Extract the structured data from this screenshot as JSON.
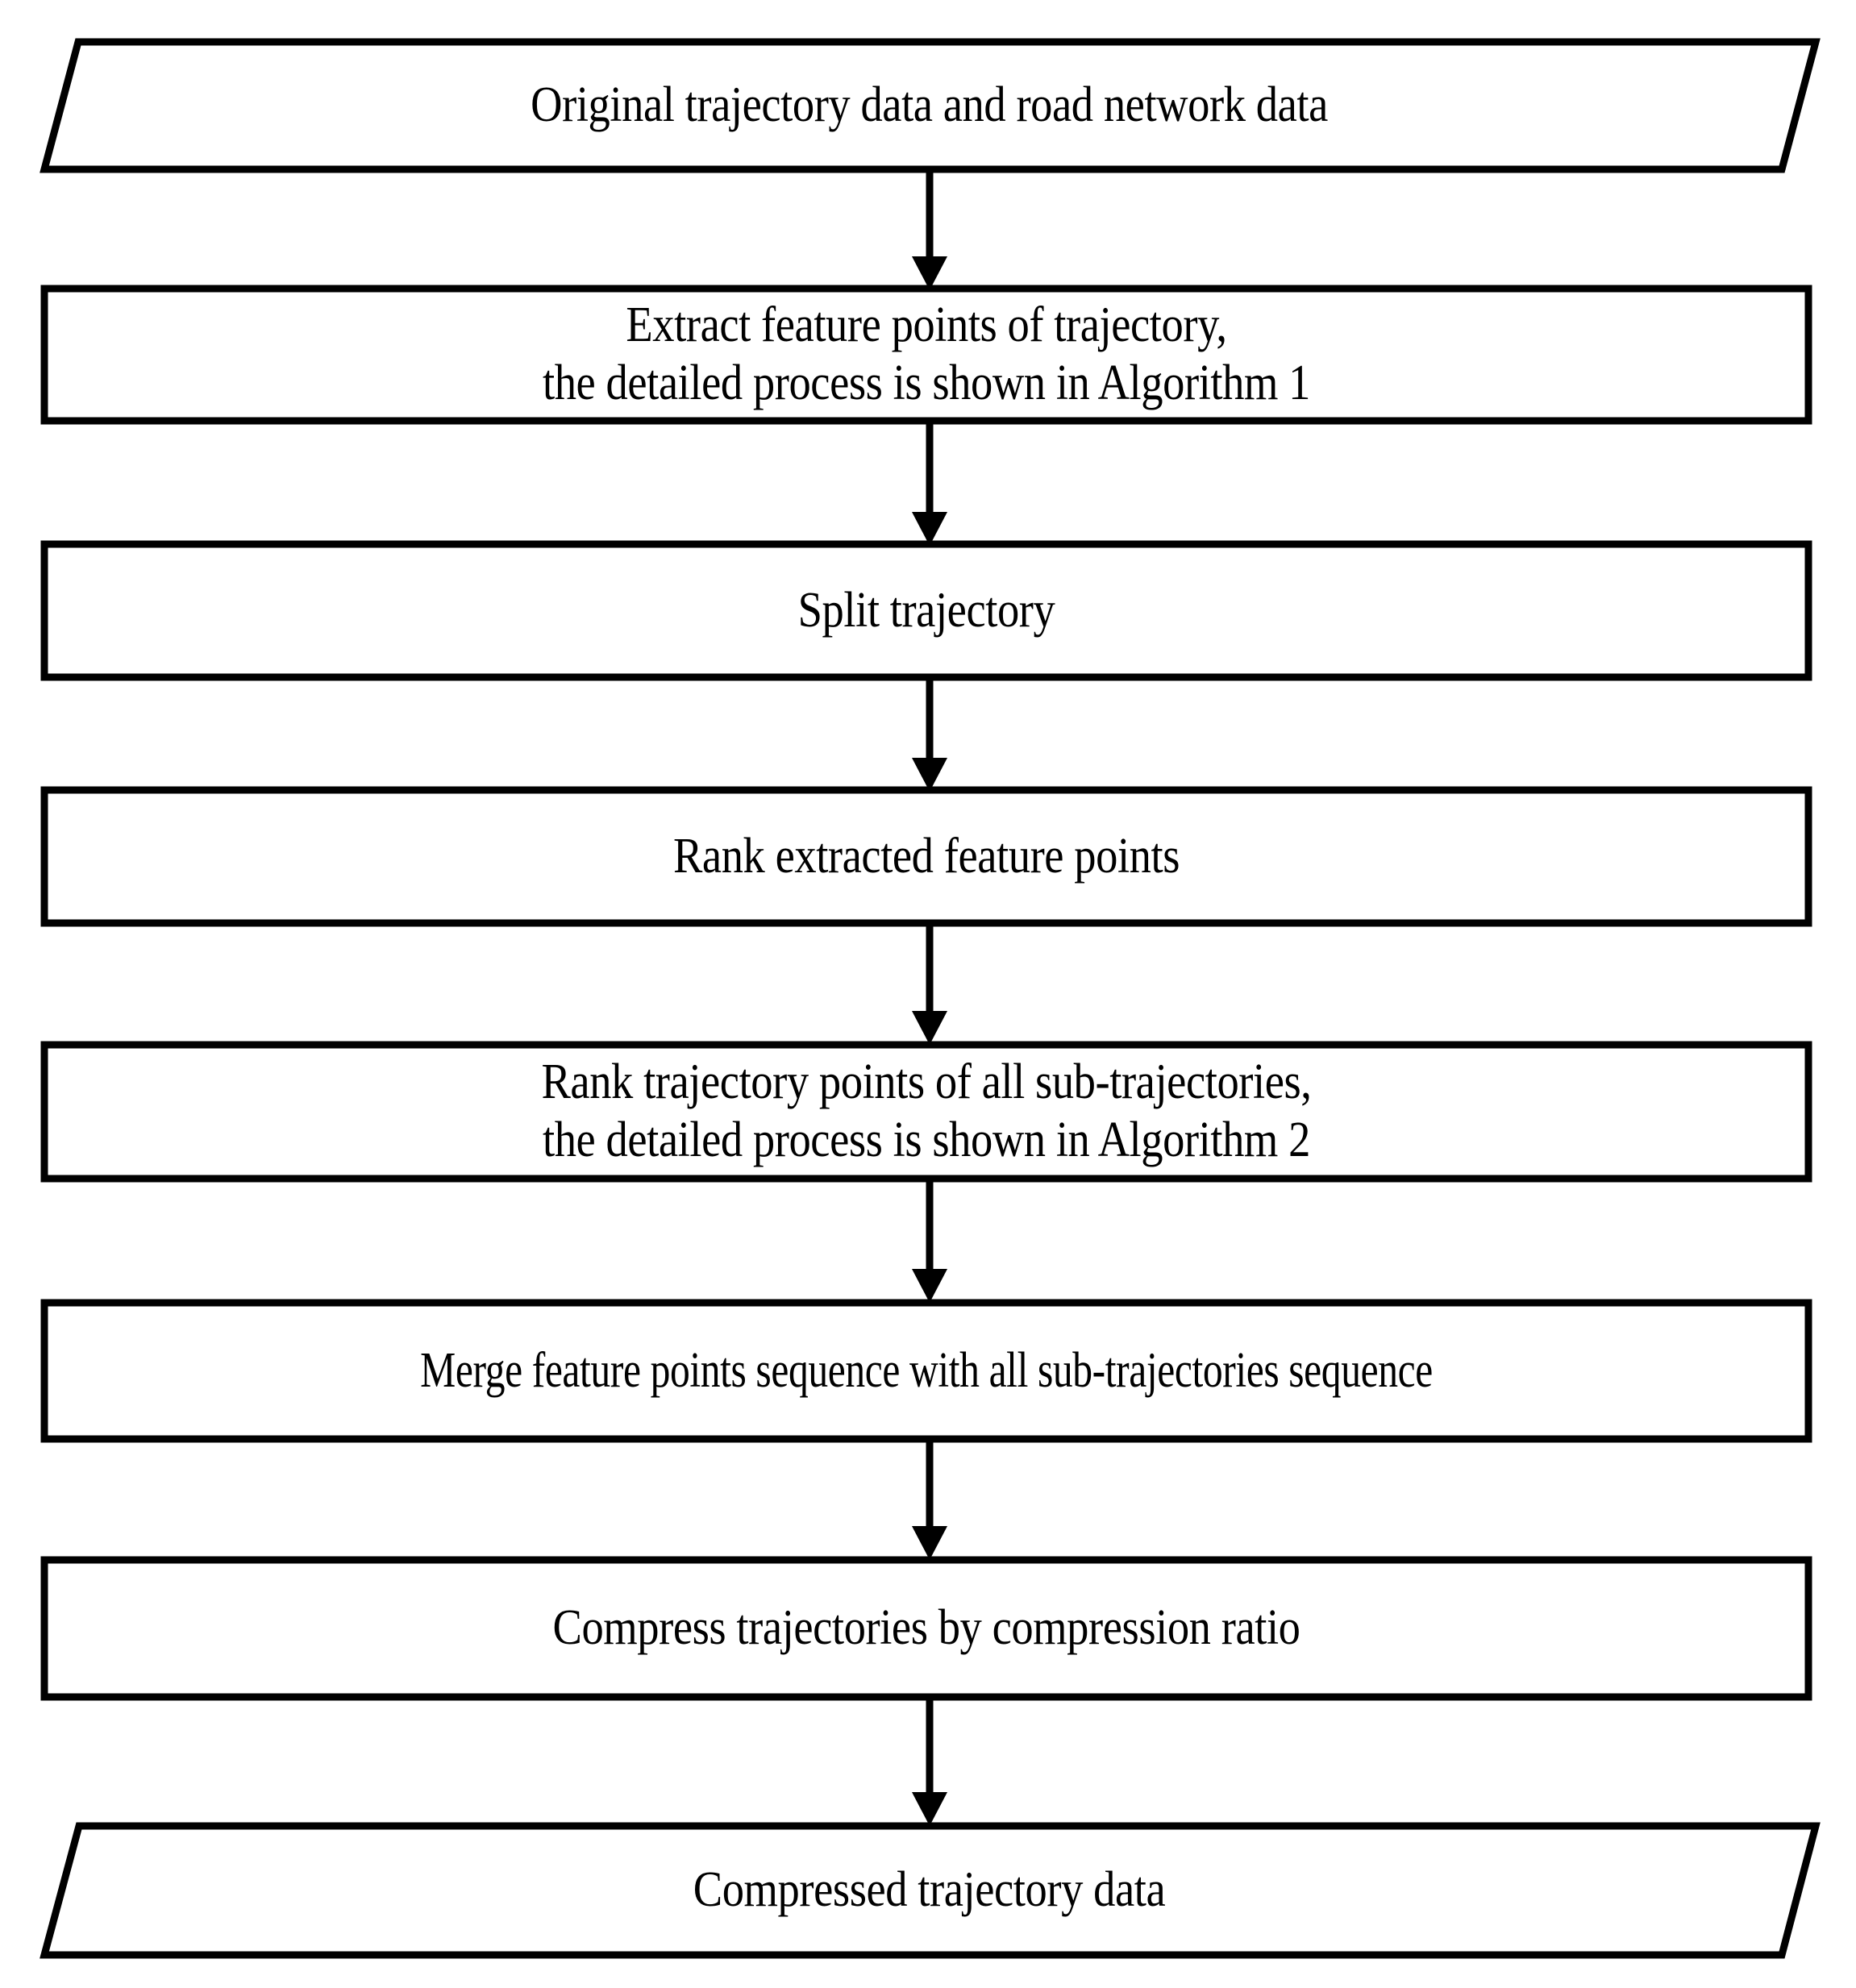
{
  "diagram": {
    "title": "Trajectory compression algorithm flowchart",
    "type": "flowchart",
    "orientation": "top-to-bottom",
    "colors": {
      "background": "#ffffff",
      "stroke": "#000000",
      "fill": "#ffffff",
      "text": "#000000"
    },
    "nodes": [
      {
        "id": "n1",
        "shape": "parallelogram",
        "role": "input",
        "text": "Original trajectory data and road network data"
      },
      {
        "id": "n2",
        "shape": "rectangle",
        "role": "process",
        "text": "Extract feature points of trajectory,\nthe detailed process is shown in Algorithm 1"
      },
      {
        "id": "n3",
        "shape": "rectangle",
        "role": "process",
        "text": "Split trajectory"
      },
      {
        "id": "n4",
        "shape": "rectangle",
        "role": "process",
        "text": "Rank extracted feature points"
      },
      {
        "id": "n5",
        "shape": "rectangle",
        "role": "process",
        "text": "Rank trajectory points of all sub-trajectories,\nthe detailed process is shown in Algorithm 2"
      },
      {
        "id": "n6",
        "shape": "rectangle",
        "role": "process",
        "text": "Merge feature points sequence with all sub-trajectories sequence"
      },
      {
        "id": "n7",
        "shape": "rectangle",
        "role": "process",
        "text": "Compress trajectories by compression ratio"
      },
      {
        "id": "n8",
        "shape": "parallelogram",
        "role": "output",
        "text": "Compressed trajectory data"
      }
    ],
    "edges": [
      {
        "id": "e1",
        "from": "n1",
        "to": "n2",
        "marker": "arrow-down"
      },
      {
        "id": "e2",
        "from": "n2",
        "to": "n3",
        "marker": "arrow-down"
      },
      {
        "id": "e3",
        "from": "n3",
        "to": "n4",
        "marker": "arrow-down"
      },
      {
        "id": "e4",
        "from": "n4",
        "to": "n5",
        "marker": "arrow-down"
      },
      {
        "id": "e5",
        "from": "n5",
        "to": "n6",
        "marker": "arrow-down"
      },
      {
        "id": "e6",
        "from": "n6",
        "to": "n7",
        "marker": "arrow-down"
      },
      {
        "id": "e7",
        "from": "n7",
        "to": "n8",
        "marker": "arrow-down"
      }
    ]
  }
}
